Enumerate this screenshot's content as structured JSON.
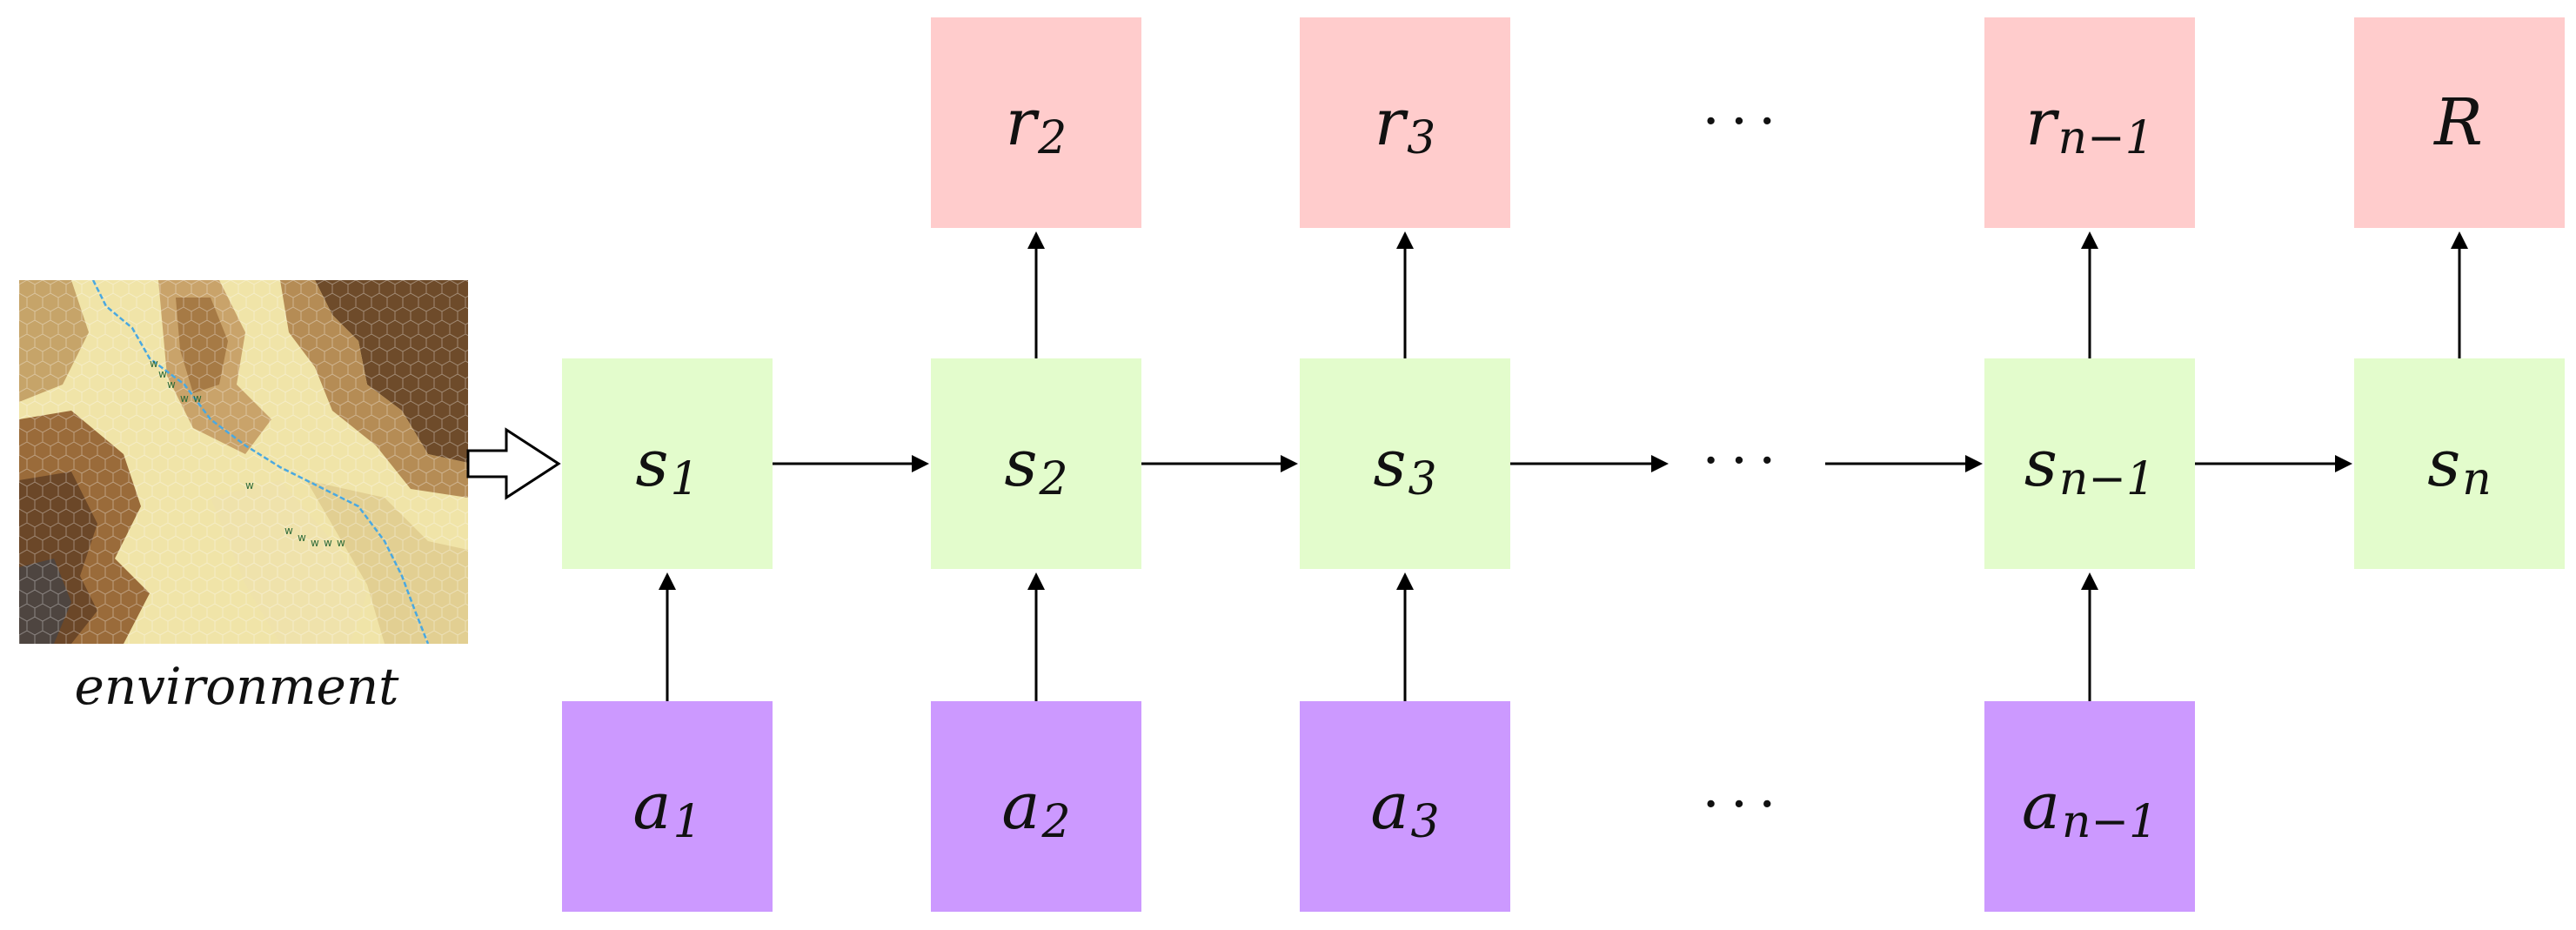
{
  "rewards": [
    {
      "base": "r",
      "sub": "2"
    },
    {
      "base": "r",
      "sub": "3"
    },
    {
      "base": "r",
      "sub": "n−1"
    },
    {
      "base": "R",
      "sub": ""
    }
  ],
  "states": [
    {
      "base": "s",
      "sub": "1"
    },
    {
      "base": "s",
      "sub": "2"
    },
    {
      "base": "s",
      "sub": "3"
    },
    {
      "base": "s",
      "sub": "n−1"
    },
    {
      "base": "s",
      "sub": "n"
    }
  ],
  "actions": [
    {
      "base": "a",
      "sub": "1"
    },
    {
      "base": "a",
      "sub": "2"
    },
    {
      "base": "a",
      "sub": "3"
    },
    {
      "base": "a",
      "sub": "n−1"
    }
  ],
  "ellipsis": "···",
  "environment_label": "environment",
  "colors": {
    "reward": "#ffcccc",
    "state": "#e3fccc",
    "action": "#cc99ff",
    "arrow": "#000000",
    "river": "#4aa8e0"
  }
}
